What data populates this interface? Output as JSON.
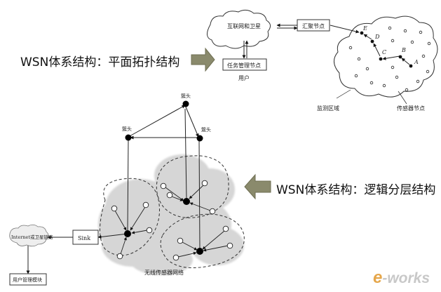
{
  "captions": {
    "flat": "WSN体系结构：平面拓扑结构",
    "hier": "WSN体系结构：逻辑分层结构"
  },
  "flat_diagram": {
    "internet": "互联网和卫星",
    "sink": "汇聚节点",
    "task_mgr": "任务管理节点",
    "user": "用户",
    "monitor_area": "监测区域",
    "sensor_node": "传感器节点",
    "node_labels": [
      "A",
      "B",
      "C",
      "D",
      "E"
    ]
  },
  "hier_diagram": {
    "cluster_head": "簇头",
    "sink": "Sink",
    "internet": "Internet或卫星链路",
    "user_mgmt": "用户管理模块",
    "wsn": "无线传感器网络"
  },
  "logo": {
    "e": "e",
    "rest": "-works"
  },
  "colors": {
    "arrow": "#8a8a6c",
    "cloud": "#d8d8d8",
    "node": "#000000"
  }
}
